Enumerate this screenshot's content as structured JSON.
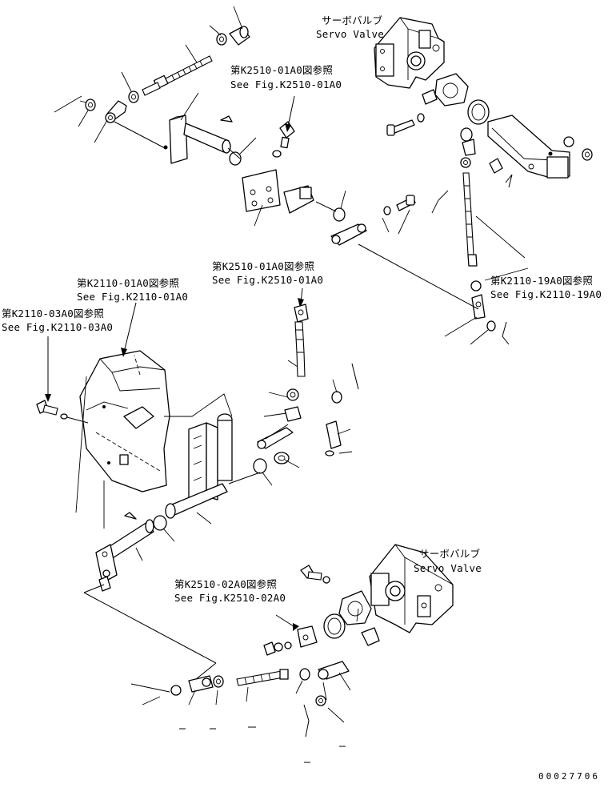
{
  "callouts": {
    "servo_top": {
      "jp": "サーボバルブ",
      "en": "Servo Valve"
    },
    "servo_bottom": {
      "jp": "サーボバルブ",
      "en": "Servo Valve"
    },
    "ref_k2510_01a0_top": {
      "jp": "第K2510-01A0図参照",
      "en": "See Fig.K2510-01A0"
    },
    "ref_k2510_01a0_mid": {
      "jp": "第K2510-01A0図参照",
      "en": "See Fig.K2510-01A0"
    },
    "ref_k2110_19a0": {
      "jp": "第K2110-19A0図参照",
      "en": "See Fig.K2110-19A0"
    },
    "ref_k2110_01a0": {
      "jp": "第K2110-01A0図参照",
      "en": "See Fig.K2110-01A0"
    },
    "ref_k2110_03a0": {
      "jp": "第K2110-03A0図参照",
      "en": "See Fig.K2110-03A0"
    },
    "ref_k2510_02a0": {
      "jp": "第K2510-02A0図参照",
      "en": "See Fig.K2510-02A0"
    }
  },
  "drawing_number": "00027706"
}
